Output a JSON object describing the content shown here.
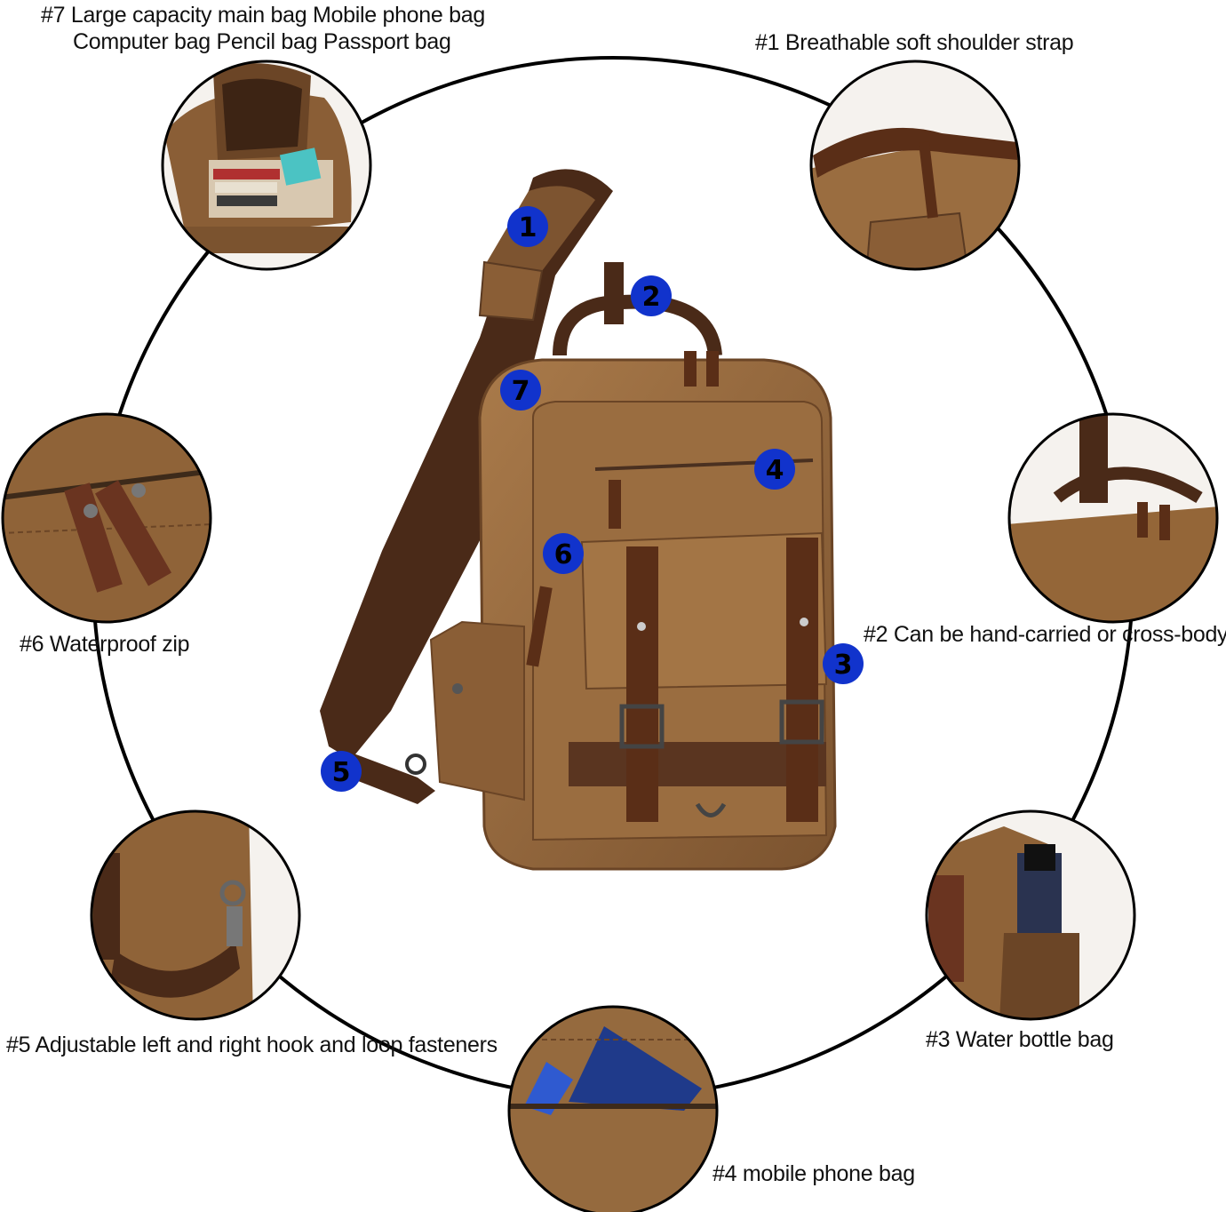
{
  "callouts": {
    "c7_line1": "#7 Large capacity main bag Mobile phone bag",
    "c7_line2": "Computer bag Pencil bag Passport bag",
    "c1": "#1 Breathable soft shoulder strap",
    "c6": "#6 Waterproof zip",
    "c2": "#2 Can be hand-carried or cross-body",
    "c5": "#5 Adjustable left and right hook and loop fasteners",
    "c3": "#3 Water bottle bag",
    "c4": "#4 mobile phone bag"
  },
  "badges": [
    "1",
    "2",
    "3",
    "4",
    "5",
    "6",
    "7"
  ],
  "colors": {
    "canvas": "#a06f3f",
    "canvas_dark": "#7d5430",
    "leather": "#5a2e17",
    "strap": "#4a2a18",
    "badge": "#1133cc",
    "ring": "#000000"
  }
}
